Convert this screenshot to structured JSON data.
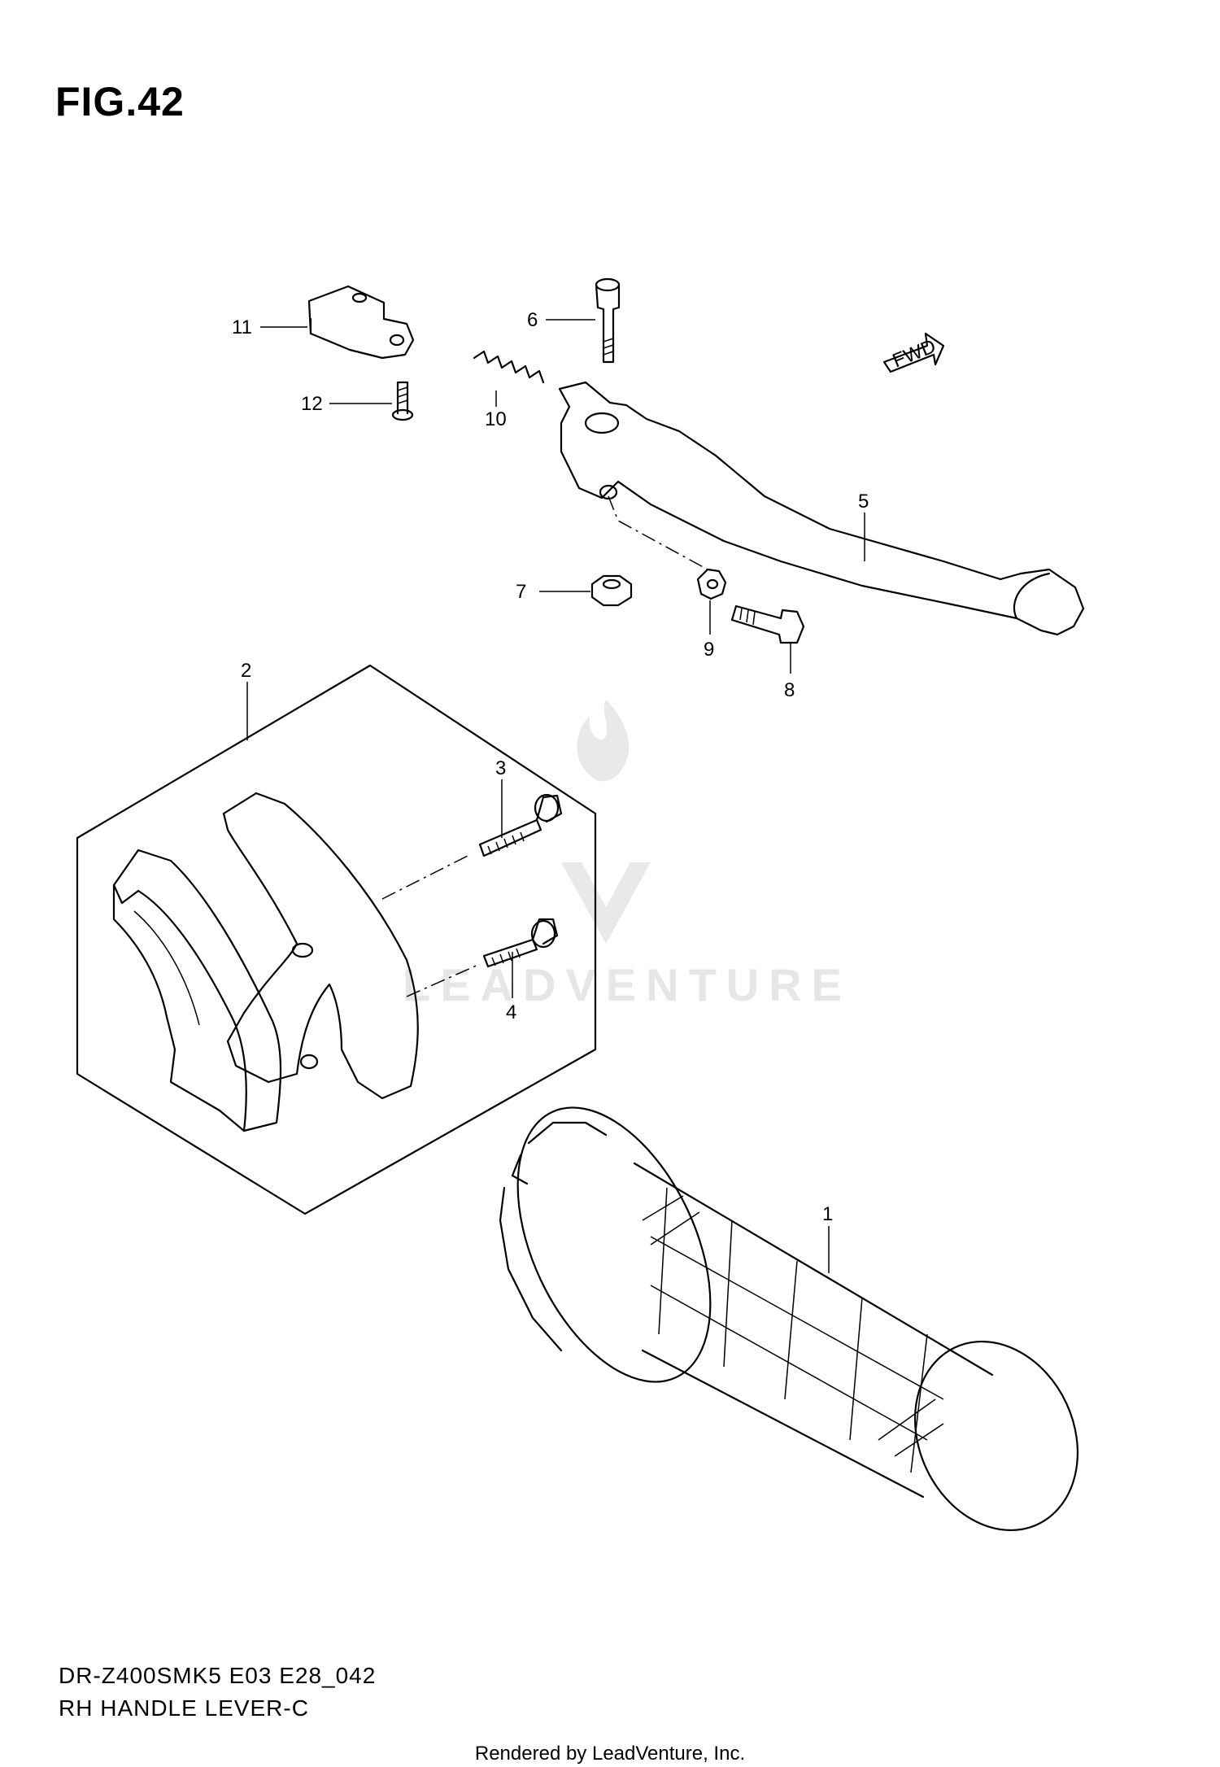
{
  "figure": {
    "title": "FIG.42"
  },
  "caption": {
    "model": "DR-Z400SMK5 E03 E28_042",
    "name": "RH HANDLE LEVER-C"
  },
  "footer": {
    "rendered_by": "Rendered by LeadVenture, Inc."
  },
  "watermark": {
    "text": "LEADVENTURE"
  },
  "badge": {
    "text": "FWD"
  },
  "callouts": [
    {
      "key": "p1",
      "label": "1",
      "part": "handlebar-grip"
    },
    {
      "key": "p2",
      "label": "2",
      "part": "lever-clamp-holder-set"
    },
    {
      "key": "p3",
      "label": "3",
      "part": "screw"
    },
    {
      "key": "p4",
      "label": "4",
      "part": "screw"
    },
    {
      "key": "p5",
      "label": "5",
      "part": "brake-lever"
    },
    {
      "key": "p6",
      "label": "6",
      "part": "pivot-bolt"
    },
    {
      "key": "p7",
      "label": "7",
      "part": "nut"
    },
    {
      "key": "p8",
      "label": "8",
      "part": "bolt"
    },
    {
      "key": "p9",
      "label": "9",
      "part": "nut"
    },
    {
      "key": "p10",
      "label": "10",
      "part": "spring"
    },
    {
      "key": "p11",
      "label": "11",
      "part": "brake-light-switch"
    },
    {
      "key": "p12",
      "label": "12",
      "part": "screw"
    }
  ],
  "colors": {
    "ink": "#000000",
    "background": "#ffffff",
    "watermark": "#e6e6e6"
  }
}
